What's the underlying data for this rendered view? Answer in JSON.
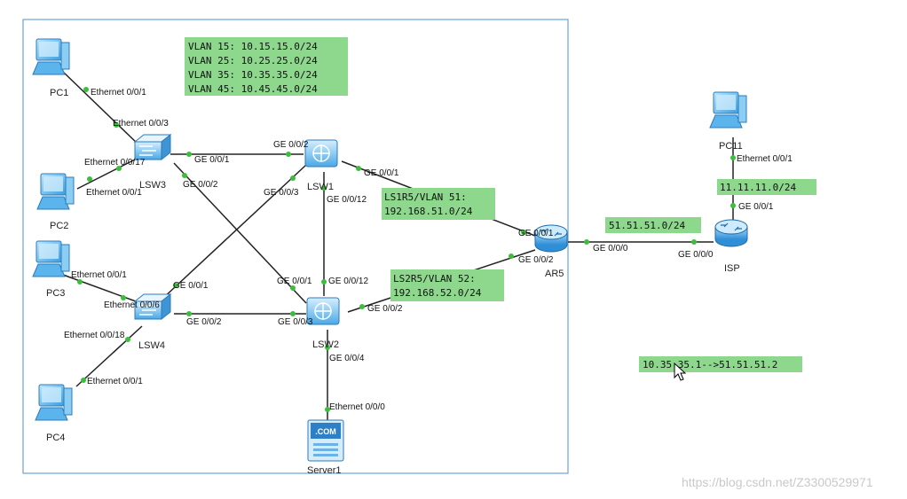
{
  "vlan_box": [
    "VLAN 15: 10.15.15.0/24",
    "VLAN 25: 10.25.25.0/24",
    "VLAN 35: 10.35.35.0/24",
    "VLAN 45: 10.45.45.0/24"
  ],
  "ls1r5_box": [
    "LS1R5/VLAN 51:",
    "192.168.51.0/24"
  ],
  "ls2r5_box": [
    "LS2R5/VLAN 52:",
    "192.168.52.0/24"
  ],
  "link_isp": "51.51.51.0/24",
  "pc11_net": "11.11.11.0/24",
  "nat_note": "10.35.35.1-->51.51.51.2",
  "watermark": "https://blog.csdn.net/Z3300529971",
  "devices": {
    "pc1": "PC1",
    "pc2": "PC2",
    "pc3": "PC3",
    "pc4": "PC4",
    "pc11": "PC11",
    "lsw1": "LSW1",
    "lsw2": "LSW2",
    "lsw3": "LSW3",
    "lsw4": "LSW4",
    "ar5": "AR5",
    "isp": "ISP",
    "server1": "Server1",
    "server_badge": ".COM"
  },
  "ports": {
    "pc1_e001": "Ethernet 0/0/1",
    "lsw3_e003": "Ethernet 0/0/3",
    "lsw3_e0017": "Ethernet 0/0/17",
    "pc2_e001": "Ethernet 0/0/1",
    "lsw3_g001": "GE 0/0/1",
    "lsw3_g002": "GE 0/0/2",
    "lsw1_g002": "GE 0/0/2",
    "lsw1_g003": "GE 0/0/3",
    "lsw1_g0012": "GE 0/0/12",
    "lsw1_g001": "GE 0/0/1",
    "pc3_e001": "Ethernet 0/0/1",
    "lsw4_e006": "Ethernet 0/0/6",
    "lsw4_e0018": "Ethernet 0/0/18",
    "pc4_e001": "Ethernet 0/0/1",
    "lsw4_g001": "GE 0/0/1",
    "lsw4_g002": "GE 0/0/2",
    "lsw2_g001": "GE 0/0/1",
    "lsw2_g0012": "GE 0/0/12",
    "lsw2_g003": "GE 0/0/3",
    "lsw2_g002": "GE 0/0/2",
    "lsw2_g004": "GE 0/0/4",
    "srv_e000": "Ethernet 0/0/0",
    "ar5_g001": "GE 0/0/1",
    "ar5_g002": "GE 0/0/2",
    "ar5_g000": "GE 0/0/0",
    "isp_g000": "GE 0/0/0",
    "isp_g001": "GE 0/0/1",
    "pc11_e001": "Ethernet 0/0/1"
  }
}
